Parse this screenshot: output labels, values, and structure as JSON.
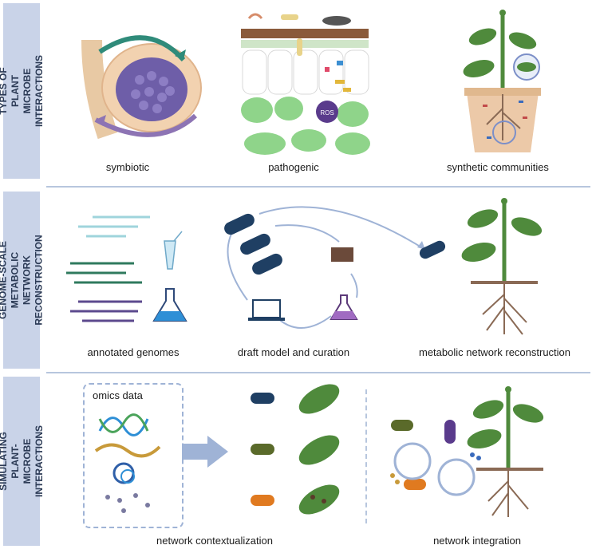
{
  "rows": [
    {
      "side_label": "TYPES OF PLANT\nMICROBE INTERACTIONS",
      "captions": [
        "symbiotic",
        "pathogenic",
        "synthetic communities"
      ]
    },
    {
      "side_label": "GENOME-SCALE METABOLIC\nNETWORK RECONSTRUCTION",
      "captions": [
        "annotated genomes",
        "draft model and curation",
        "metabolic network reconstruction"
      ]
    },
    {
      "side_label": "SIMULATING PLANT-\nMICROBE INTERACTIONS",
      "captions": [
        "network contextualization",
        "network integration"
      ]
    }
  ],
  "labels": {
    "ros": "ROS",
    "omics": "omics data"
  },
  "colors": {
    "side_bg": "#c9d3e8",
    "separator": "#b7c6de",
    "plant_green": "#4f8a3c",
    "root_brown": "#8a6a55",
    "bacteria_blue": "#1f3f63",
    "arrow_blue": "#9fb3d6"
  }
}
